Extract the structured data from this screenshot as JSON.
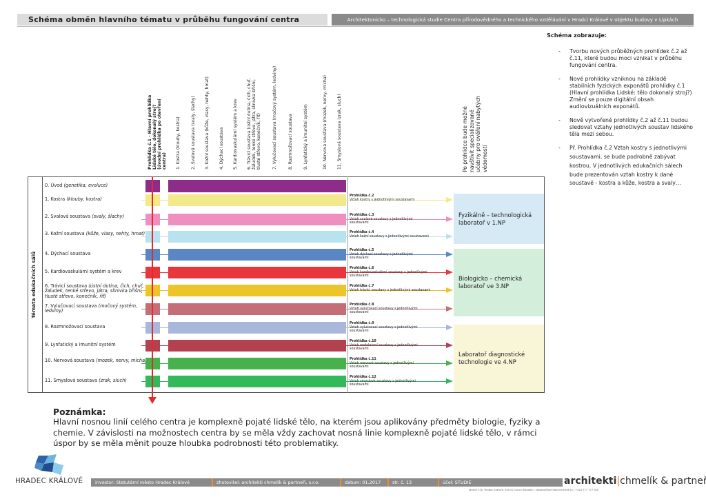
{
  "header": {
    "title": "Schéma obměn hlavního tématu v průběhu fungování centra",
    "subtitle": "Architektonicko – technologická studie Centra přírodovědného a technického vzdělávání v Hradci Králové v objektu budovy v Lipkách"
  },
  "side_label": "Témata edukačních sálů",
  "columns": [
    "Prohlídka č.1 - Hlavní prohlídka Lidské tělo, dokonalý stroj? (úvodní prohlídka po otevření centra)",
    "1. Kostra (klouby, kostra)",
    "2. Svalová soustava (svaly, šlachy)",
    "3. Kožní soustava (kůže, vlasy, nehty, hmat)",
    "4. Dýchací soustava",
    "5. Kardiovaskulární systém a krev",
    "6. Trávicí soustava (ústní dutina, čich, chuť, žaludek, tenké střevo, játra, slinivka břišní, tlusté střevo, konečník, řiť)",
    "7. Vylučovací soustava (močový systém, ledviny)",
    "8. Rozmnožovací soustava",
    "9. Lynfatický a imunitní systém",
    "10. Nervová soustava (mozek, nervy, mícha)",
    "11. Smyslová soustava (zrak, sluch)"
  ],
  "future_column": "Po prohlídce bude možné navštívit specializované učebny pro ověření nabytých vědomostí",
  "rows": [
    {
      "name": "0. Úvod",
      "detail": "(genetika, evoluce)",
      "color": "#8e2c8c",
      "profile": "",
      "profile_text": ""
    },
    {
      "name": "1. Kostra",
      "detail": "(klouby, kostra)",
      "color": "#f3e98a",
      "profile": "Prohlídka č.2",
      "profile_text": "Vztah kostry s jednotlivými soustavami"
    },
    {
      "name": "2. Svalová soustava",
      "detail": "(svaly, šlachy)",
      "color": "#ef8fbf",
      "profile": "Prohlídka č.3",
      "profile_text": "Vztah svalové soustavy s jednotlivými soustavami"
    },
    {
      "name": "3. Kožní soustava",
      "detail": "(kůže, vlasy, nehty, hmat)",
      "color": "#b8e3ee",
      "profile": "Prohlídka č.4",
      "profile_text": "Vztah kožní soustavy s jednotlivými soustavami"
    },
    {
      "name": "4. Dýchací soustava",
      "detail": "",
      "color": "#5b86c4",
      "profile": "Prohlídka č.5",
      "profile_text": "Vztah dýchací soustavy s jednotlivými soustavami"
    },
    {
      "name": "5. Kardiovaskulární systém a krev",
      "detail": "",
      "color": "#e8363d",
      "profile": "Prohlídka č.6",
      "profile_text": "Vztah kardiovaskulární soustavy s jednotlivými soustavami"
    },
    {
      "name": "6. Trávicí soustava",
      "detail": "(ústní dutina, čich, chuť, žaludek, tenké střevo, játra, slinivka břišní, tlusté střevo, konečník, řiť)",
      "color": "#ecc52a",
      "profile": "Prohlídka č.7",
      "profile_text": "Vztah trávicí soustavy s jednotlivými soustavami"
    },
    {
      "name": "7. Vylučovací soustava",
      "detail": "(močový systém, ledviny)",
      "color": "#c46e78",
      "profile": "Prohlídka č.8",
      "profile_text": "Vztah vylučovací soustavy s jednotlivými soustavami"
    },
    {
      "name": "8. Rozmnožovací soustava",
      "detail": "",
      "color": "#a9b7dc",
      "profile": "Prohlídka č.9",
      "profile_text": "Vztah vylučovací soustavy s jednotlivými soustavami"
    },
    {
      "name": "9.  Lynfatický a imunitní systém",
      "detail": "",
      "color": "#b3414f",
      "profile": "Prohlídka č.10",
      "profile_text": "Vztah endokrinní soustavy s jednotlivými soustavami"
    },
    {
      "name": "10. Nervová soustava",
      "detail": "(mozek, nervy, mícha)",
      "color": "#47b24c",
      "profile": "Prohlídka č.11",
      "profile_text": "Vztah nervové soustavy s jednotlivými soustavami"
    },
    {
      "name": "11. Smyslová soustava",
      "detail": "(zrak, sluch)",
      "color": "#33b85a",
      "profile": "Prohlídka č.12",
      "profile_text": "Vztah smyslové soustavy s jednotlivými soustavami"
    }
  ],
  "labs": [
    {
      "name": "Fyzikálně – technologická laboratoř  v 1.NP",
      "color": "#d6eaf5"
    },
    {
      "name": "Biologicko – chemická laboratoř ve 3.NP",
      "color": "#d3eedb"
    },
    {
      "name": "Laboratoř diagnostické technologie ve 4.NP",
      "color": "#f9f6d8"
    }
  ],
  "right_panel": {
    "title": "Schéma zobrazuje:",
    "items": [
      "Tvorbu nových průběžných prohlídek č.2 až č.11, které budou moci vznikat v průběhu fungování centra.",
      "Nové prohlídky vzniknou na základě stabilních fyzických exponátů prohlídky č.1 (Hlavní prohlídka Lidské: tělo dokonalý stroj?) Změní se pouze digitální obsah audiovizuálních exponátů.",
      "Nově vytvořené prohlídky č.2 až č.11 budou sledovat vztahy jednotlivých soustav lidského těla mezi sebou.",
      "Př. Prohlídka č.2 Vztah kostry s jednotlivými  soustavami, se bude podrobně zabývat kostrou. V jednotlivých edukačních sálech bude prezentován vztah kostry k dané soustavě - kostra a kůže, kostra a svaly…"
    ]
  },
  "note": {
    "title": "Poznámka:",
    "text": "Hlavní nosnou linií celého centra je komplexně pojaté lidské tělo, na kterém jsou aplikovány předměty biologie, fyziky a chemie. V závislosti na možnostech centra by se měla vždy zachovat nosná linie komplexně pojaté lidské tělo, v rámci úspor by se měla měnit pouze hloubka  podrobnosti této problematiky."
  },
  "footer": {
    "city": "HRADEC KRÁLOVÉ",
    "investor": "investor: Statutární město Hradec Králové",
    "author": "zhotovitel: architekti chmelík & partneři, s.r.o.",
    "date": "datum: 01.2017",
    "page": "str. č. 13",
    "purpose": "účel: STUDIE",
    "brand_a": "architekti",
    "brand_b": "chmelík & partneři",
    "small": "Ideální 100, Hradec Králové, 500 02 Czech Republic / zakázka@architektichmelik.cz / +420 777 777 000"
  },
  "colors": {
    "main_line": "#e32b2b",
    "purple": "#8e2c8c"
  }
}
